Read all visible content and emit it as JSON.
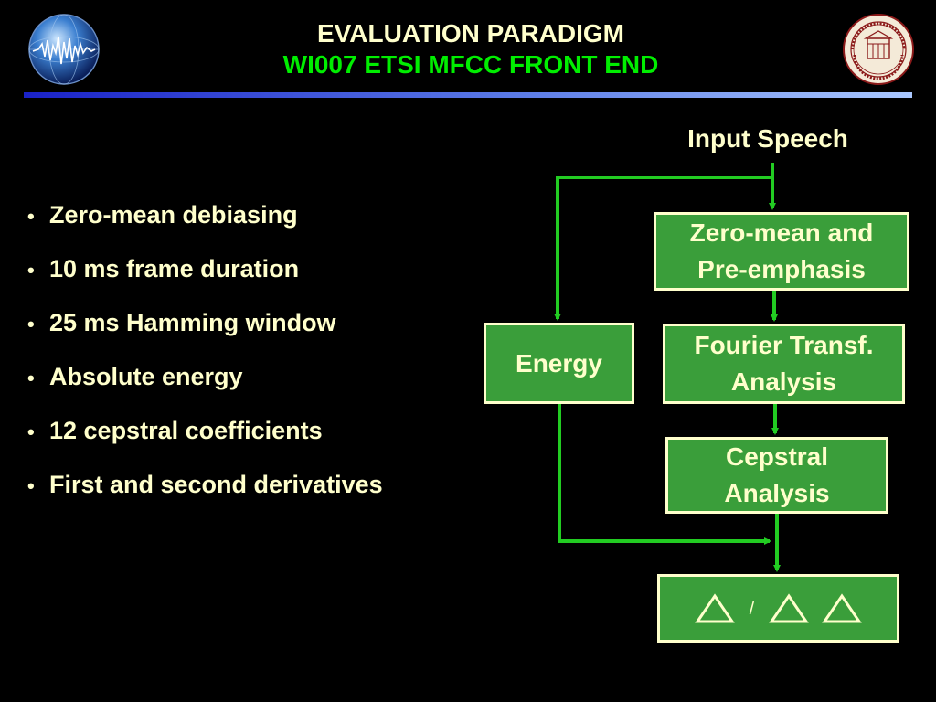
{
  "header": {
    "title": "EVALUATION PARADIGM",
    "subtitle": "WI007 ETSI MFCC FRONT END",
    "left_logo_icon": "globe-waveform-icon",
    "right_logo_icon": "university-seal-icon"
  },
  "bullets": [
    "Zero-mean debiasing",
    "10 ms frame duration",
    "25 ms Hamming window",
    "Absolute energy",
    "12 cepstral coefficients",
    "First and second derivatives"
  ],
  "bullet_glyph": "•",
  "diagram": {
    "input_label": "Input Speech",
    "zero_mean": {
      "line1": "Zero-mean and",
      "line2": "Pre-emphasis"
    },
    "fourier": {
      "line1": "Fourier Transf.",
      "line2": "Analysis"
    },
    "cepstral": {
      "line1": "Cepstral",
      "line2": "Analysis"
    },
    "energy": {
      "label": "Energy"
    },
    "output": {
      "separator": "/",
      "symbol_icon": "delta-triangle-icon"
    }
  },
  "colors": {
    "background": "#000000",
    "title": "#ffffcc",
    "subtitle": "#00ee00",
    "box_fill": "#3a9e3a",
    "box_border": "#ffffcc",
    "arrow": "#22cc22"
  }
}
